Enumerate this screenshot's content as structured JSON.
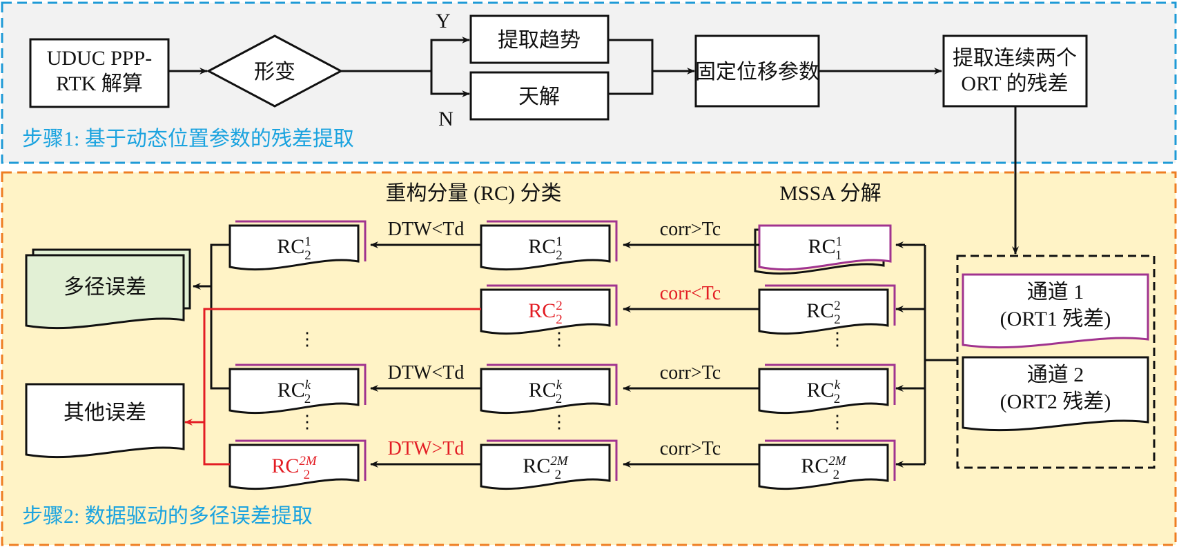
{
  "colors": {
    "step1_border": "#1e9ad6",
    "step1_bg": "#f2f2f2",
    "step2_border": "#ee7d22",
    "step2_bg": "#fff3c6",
    "step_label": "#1ba3df",
    "highlight_red": "#e31d24",
    "doc_shadow_purple": "#a0338f",
    "multipath_fill": "#e2f0d5"
  },
  "step1": {
    "label": "步骤1: 基于动态位置参数的残差提取",
    "uduc_box": {
      "line1": "UDUC PPP-",
      "line2": "RTK 解算"
    },
    "decision": "形变",
    "branch_yes": "Y",
    "branch_no": "N",
    "trend_box": "提取趋势",
    "float_box": "天解",
    "fix_box": "固定位移参数",
    "residual_box": {
      "line1": "提取连续两个",
      "line2": "ORT 的残差"
    }
  },
  "step2": {
    "label": "步骤2: 数据驱动的多径误差提取",
    "rc_classify_title": "重构分量 (RC) 分类",
    "mssa_title": "MSSA 分解",
    "channels": [
      {
        "line1": "通道 1",
        "line2": "(ORT1 残差)"
      },
      {
        "line1": "通道 2",
        "line2": "(ORT2 残差)"
      }
    ],
    "mssa_rc": [
      {
        "base": "RC",
        "sub": "1",
        "sup": "1",
        "red": false
      },
      {
        "base": "RC",
        "sub": "2",
        "sup": "2",
        "red": false
      },
      {
        "base": "RC",
        "sub": "2",
        "sup": "k",
        "red": false
      },
      {
        "base": "RC",
        "sub": "2",
        "sup": "2M",
        "red": false
      }
    ],
    "corr_labels": [
      {
        "text": "corr>Tc",
        "red": false
      },
      {
        "text": "corr<Tc",
        "red": true
      },
      {
        "text": "corr>Tc",
        "red": false
      },
      {
        "text": "corr>Tc",
        "red": false
      }
    ],
    "mid_rc": [
      {
        "base": "RC",
        "sub": "2",
        "sup": "1",
        "red": false
      },
      {
        "base": "RC",
        "sub": "2",
        "sup": "2",
        "red": true
      },
      {
        "base": "RC",
        "sub": "2",
        "sup": "k",
        "red": false
      },
      {
        "base": "RC",
        "sub": "2",
        "sup": "2M",
        "red": false
      }
    ],
    "dtw_labels": [
      {
        "text": "DTW<Td",
        "red": false
      },
      {
        "text": "DTW<Td",
        "red": false
      },
      {
        "text": "DTW>Td",
        "red": true
      }
    ],
    "left_rc": [
      {
        "base": "RC",
        "sub": "2",
        "sup": "1",
        "red": false
      },
      {
        "base": "RC",
        "sub": "2",
        "sup": "k",
        "red": false
      },
      {
        "base": "RC",
        "sub": "2",
        "sup": "2M",
        "red": true
      }
    ],
    "ellipsis": "⋮",
    "multipath_box": "多径误差",
    "other_box": "其他误差"
  }
}
